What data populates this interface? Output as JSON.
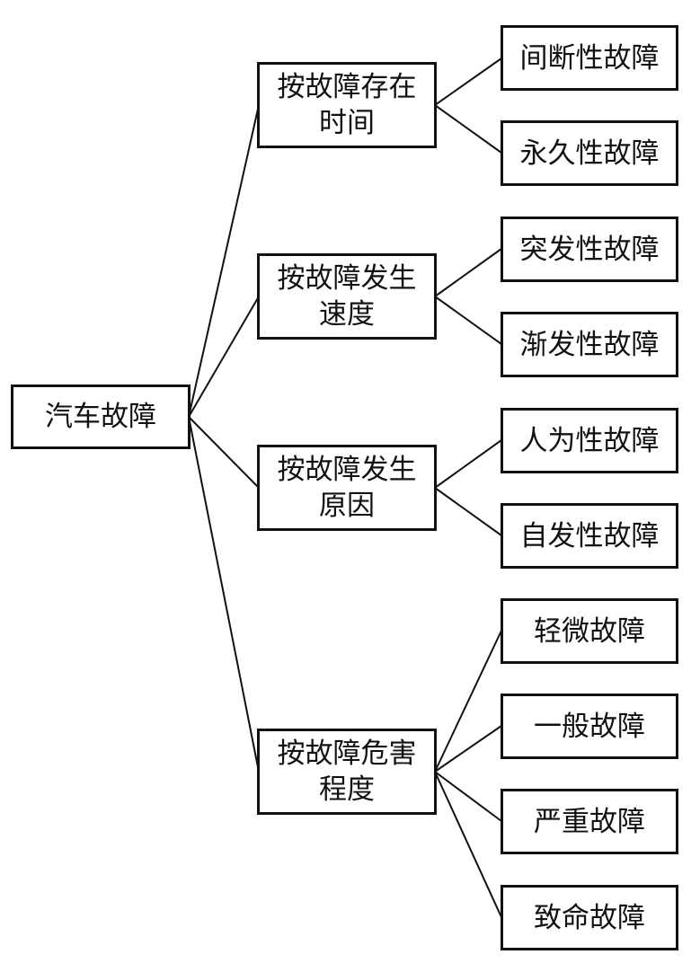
{
  "diagram": {
    "root": {
      "label": "汽车故障"
    },
    "categories": [
      {
        "label": "按故障存在\n时间",
        "children": [
          "间断性故障",
          "永久性故障"
        ]
      },
      {
        "label": "按故障发生\n速度",
        "children": [
          "突发性故障",
          "渐发性故障"
        ]
      },
      {
        "label": "按故障发生\n原因",
        "children": [
          "人为性故障",
          "自发性故障"
        ]
      },
      {
        "label": "按故障危害\n程度",
        "children": [
          "轻微故障",
          "一般故障",
          "严重故障",
          "致命故障"
        ]
      }
    ]
  },
  "colors": {
    "line": "#111111",
    "border": "#111111",
    "background": "#ffffff"
  }
}
